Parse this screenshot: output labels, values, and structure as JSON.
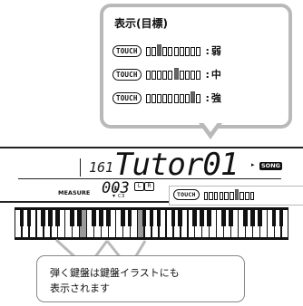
{
  "callout": {
    "title": "表示(目標)",
    "rows": [
      {
        "chip": "TOUCH",
        "level": "弱",
        "lit_segment": 3
      },
      {
        "chip": "TOUCH",
        "level": "中",
        "lit_segment": 6
      },
      {
        "chip": "TOUCH",
        "level": "強",
        "lit_segment": 9
      }
    ]
  },
  "lcd": {
    "number": "161",
    "song_name": "Tutor01",
    "song_badge": "SONG",
    "measure_label": "MEASURE",
    "measure_value": "003",
    "hand_l": "L",
    "hand_r": "R",
    "note_marker": "C3",
    "touch_chip": "TOUCH",
    "lit_segment": 7
  },
  "bottom_callout": {
    "line1": "弾く鍵盤は鍵盤イラストにも",
    "line2": "表示されます"
  },
  "colors": {
    "frame": "#b9b9b9",
    "lit_key": "#9a9a9a",
    "ink": "#111111"
  }
}
